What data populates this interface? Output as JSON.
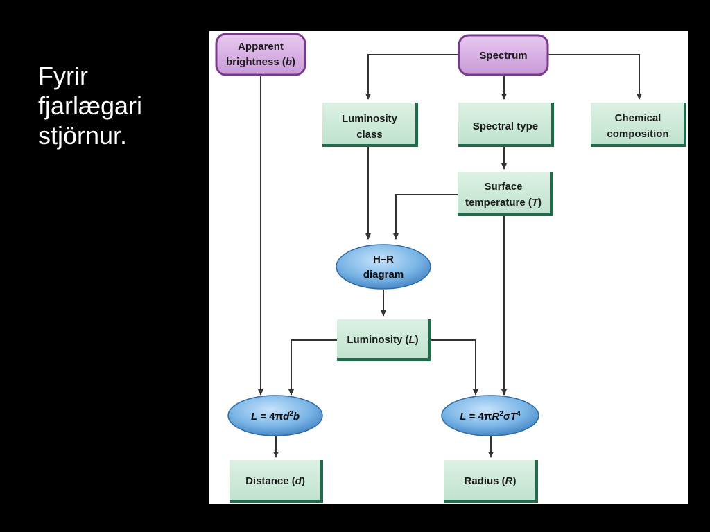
{
  "slide": {
    "lines": [
      "Fyrir",
      "fjarlægari",
      "stjörnur."
    ]
  },
  "diagram": {
    "apparent_brightness": {
      "line1": "Apparent",
      "line2_pre": "brightness (",
      "var": "b",
      "line2_post": ")"
    },
    "spectrum": "Spectrum",
    "luminosity_class": {
      "line1": "Luminosity",
      "line2": "class"
    },
    "spectral_type": "Spectral type",
    "chemical_composition": {
      "line1": "Chemical",
      "line2": "composition"
    },
    "surface_temperature": {
      "line1": "Surface",
      "line2_pre": "temperature (",
      "var": "T",
      "line2_post": ")"
    },
    "hr_diagram": {
      "line1": "H–R",
      "line2": "diagram"
    },
    "luminosity": {
      "pre": "Luminosity (",
      "var": "L",
      "post": ")"
    },
    "distance_formula": {
      "a": "L",
      "b": " = 4π",
      "c": "d",
      "d": "2",
      "e": "b"
    },
    "radius_formula": {
      "a": "L",
      "b": " = 4π",
      "c": "R",
      "d": "2",
      "e": "σ",
      "f": "T",
      "g": "4"
    },
    "distance": {
      "pre": "Distance (",
      "var": "d",
      "post": ")"
    },
    "radius": {
      "pre": "Radius (",
      "var": "R",
      "post": ")"
    }
  },
  "colors": {
    "background": "#000000",
    "panel": "#ffffff",
    "purple_box": "#d9b3e6",
    "purple_border": "#7a3a8c",
    "green_box": "#cbe8d8",
    "green_border": "#1f6b4a",
    "blue_ellipse": "#6fa8dc",
    "arrow": "#333333"
  }
}
